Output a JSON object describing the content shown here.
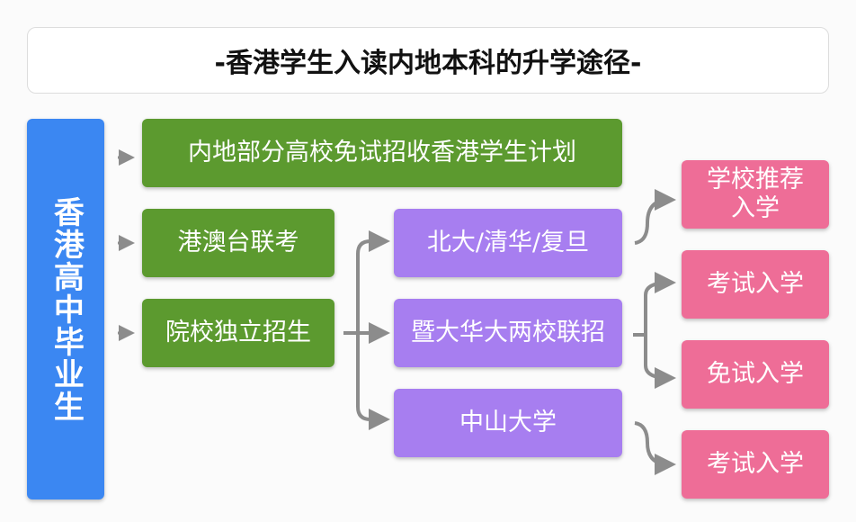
{
  "title": "-香港学生入读内地本科的升学途径-",
  "root": "香港高中毕业生",
  "routes": [
    "内地部分高校免试招收香港学生计划",
    "港澳台联考",
    "院校独立招生"
  ],
  "schools": [
    "北大/清华/复旦",
    "暨大华大两校联招",
    "中山大学"
  ],
  "methods": [
    "学校推荐入学",
    "考试入学",
    "免试入学",
    "考试入学"
  ],
  "colors": {
    "blue": "#3b87f2",
    "green": "#5c9a2f",
    "purple": "#a77ef0",
    "pink": "#ee6d97",
    "connector": "#8c8c8c"
  }
}
